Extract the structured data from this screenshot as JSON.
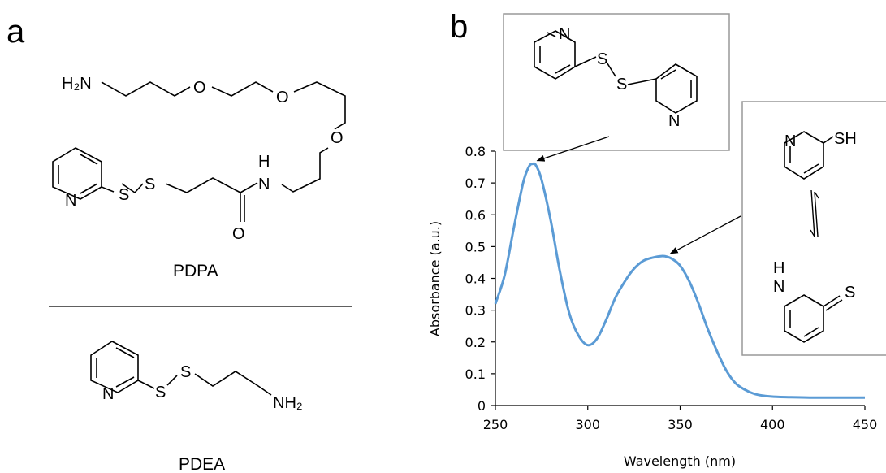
{
  "panels": {
    "a": "a",
    "b": "b"
  },
  "molecules": {
    "pdpa": {
      "caption": "PDPA",
      "labels": {
        "h2n": "H₂N",
        "o1": "O",
        "o2": "O",
        "o3": "O",
        "nh_n": "N",
        "nh_h": "H",
        "s1": "S",
        "s2": "S",
        "n_ring": "N",
        "o_carbonyl": "O"
      }
    },
    "pdea": {
      "caption": "PDEA",
      "labels": {
        "n_ring": "N",
        "s1": "S",
        "s2": "S",
        "nh2": "NH₂"
      }
    },
    "dipyridyl_disulfide": {
      "labels": {
        "n1": "N",
        "s1": "S",
        "s2": "S",
        "n2": "N"
      }
    },
    "thiol": {
      "labels": {
        "n": "N",
        "sh": "SH"
      }
    },
    "thione": {
      "labels": {
        "h": "H",
        "n": "N",
        "s": "S"
      }
    }
  },
  "colors": {
    "line": "#5b9bd5",
    "axis": "#000000",
    "inset_border": "#999999"
  },
  "chart_data": {
    "type": "line",
    "xlabel": "Wavelength (nm)",
    "ylabel": "Absorbance (a.u.)",
    "xlim": [
      250,
      450
    ],
    "ylim": [
      0,
      0.8
    ],
    "xticks": [
      250,
      300,
      350,
      400,
      450
    ],
    "yticks": [
      "0",
      "0.1",
      "0.2",
      "0.3",
      "0.4",
      "0.5",
      "0.6",
      "0.7",
      "0.8"
    ],
    "grid": false,
    "series": [
      {
        "x": [
          250,
          255,
          260,
          265,
          268,
          270,
          272,
          275,
          280,
          285,
          290,
          295,
          300,
          305,
          310,
          315,
          320,
          325,
          330,
          335,
          340,
          343,
          346,
          350,
          355,
          360,
          365,
          370,
          375,
          380,
          385,
          390,
          395,
          400,
          410,
          420,
          430,
          440,
          450
        ],
        "y": [
          0.32,
          0.41,
          0.56,
          0.7,
          0.75,
          0.76,
          0.755,
          0.71,
          0.58,
          0.42,
          0.29,
          0.22,
          0.19,
          0.21,
          0.27,
          0.34,
          0.39,
          0.43,
          0.455,
          0.465,
          0.47,
          0.468,
          0.46,
          0.44,
          0.39,
          0.32,
          0.24,
          0.17,
          0.11,
          0.07,
          0.05,
          0.037,
          0.031,
          0.028,
          0.026,
          0.025,
          0.025,
          0.025,
          0.025
        ]
      }
    ],
    "annotations": [
      {
        "points_to_x": 270,
        "target": "dipyridyl_disulfide"
      },
      {
        "points_to_x": 343,
        "target": "pyridinethione"
      }
    ]
  }
}
